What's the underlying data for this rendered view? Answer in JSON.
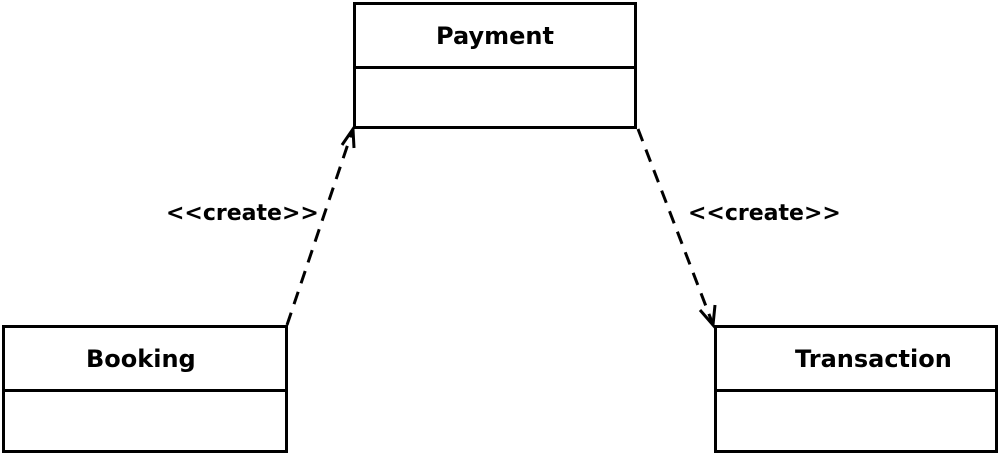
{
  "classes": {
    "payment": {
      "name": "Payment"
    },
    "booking": {
      "name": "Booking"
    },
    "transaction": {
      "name": "Transaction"
    }
  },
  "relations": [
    {
      "from": "Booking",
      "to": "Payment",
      "label": "<<create>>",
      "style": "dashed",
      "arrow": "open"
    },
    {
      "from": "Payment",
      "to": "Transaction",
      "label": "<<create>>",
      "style": "dashed",
      "arrow": "open"
    }
  ],
  "colors": {
    "line": "#000000",
    "background": "#ffffff"
  }
}
